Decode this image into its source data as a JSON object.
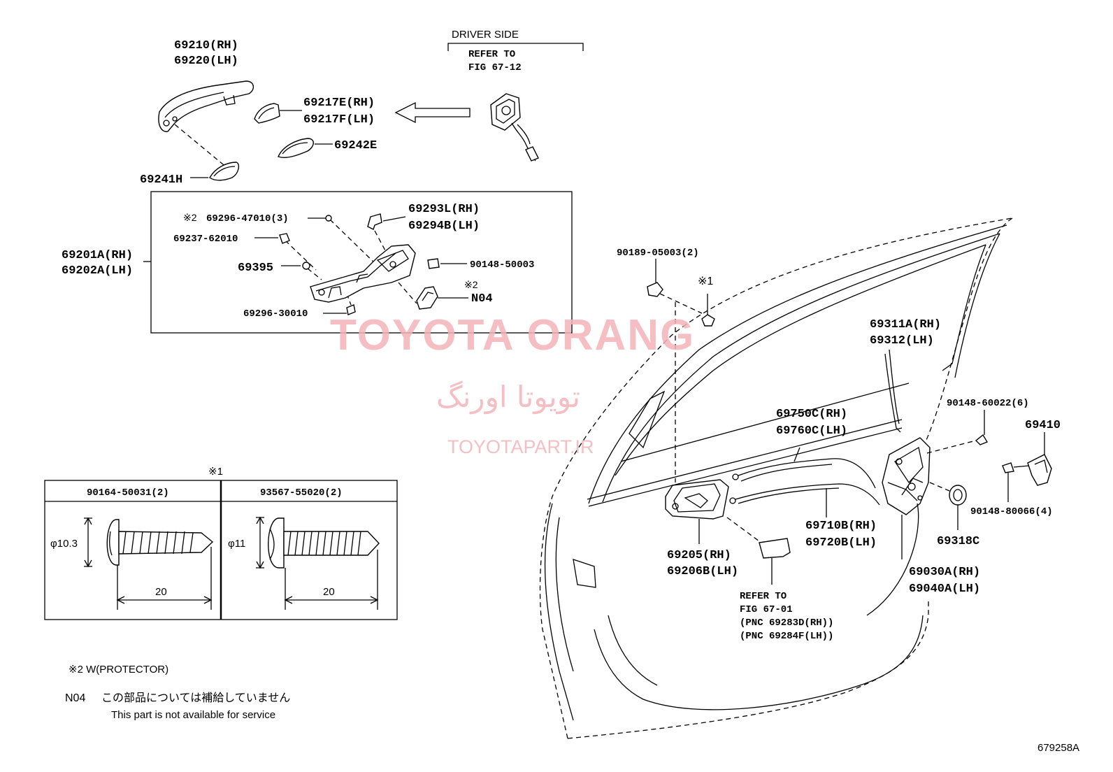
{
  "top_group": {
    "handle_rh": "69210(RH)",
    "handle_lh": "69220(LH)",
    "cover_rh": "69217E(RH)",
    "cover_lh": "69217F(LH)",
    "pad_e": "69242E",
    "pad_h": "69241H",
    "driver_side": "DRIVER SIDE",
    "refer_to": "REFER TO",
    "fig_ref": "FIG 67-12"
  },
  "frame_box": {
    "assy_rh": "69201A(RH)",
    "assy_lh": "69202A(LH)",
    "screw_mark": "※2",
    "screw_pn": "69296-47010(3)",
    "nut_pn": "69237-62010",
    "part_69395": "69395",
    "screw2_pn": "69296-30010",
    "bracket_rh": "69293L(RH)",
    "bracket_lh": "69294B(LH)",
    "bolt_pn": "90148-50003",
    "n04_mark": "※2",
    "n04": "N04"
  },
  "screw_table": {
    "mark": "※1",
    "col1": {
      "pn": "90164-50031(2)",
      "dia": "φ10.3",
      "len": "20"
    },
    "col2": {
      "pn": "93567-55020(2)",
      "dia": "φ11",
      "len": "20"
    }
  },
  "notes": {
    "w_protector": "※2 W(PROTECTOR)",
    "n04_code": "N04",
    "n04_jp": "この部品については補給していません",
    "n04_en": "This part is not available for service"
  },
  "door_group": {
    "clip_pn": "90189-05003(2)",
    "screw_mark": "※1",
    "rod_rh": "69311A(RH)",
    "rod_lh": "69312(LH)",
    "cable_rh": "69750C(RH)",
    "cable_lh": "69760C(LH)",
    "screw6": "90148-60022(6)",
    "striker": "69410",
    "bolt4": "90148-80066(4)",
    "grommet": "69318C",
    "cable2_rh": "69710B(RH)",
    "cable2_lh": "69720B(LH)",
    "handle_in_rh": "69205(RH)",
    "handle_in_lh": "69206B(LH)",
    "refer_to": "REFER TO",
    "fig_ref": "FIG 67-01",
    "pnc_rh": "(PNC 69283D(RH))",
    "pnc_lh": "(PNC 69284F(LH))",
    "lock_rh": "69030A(RH)",
    "lock_lh": "69040A(LH)"
  },
  "watermark": {
    "line1": "TOYOTA ORANG",
    "line2": "تویوتا اورنگ",
    "line3": "TOYOTAPART.IR",
    "color": "#f4b3b8"
  },
  "figure_id": "679258A"
}
